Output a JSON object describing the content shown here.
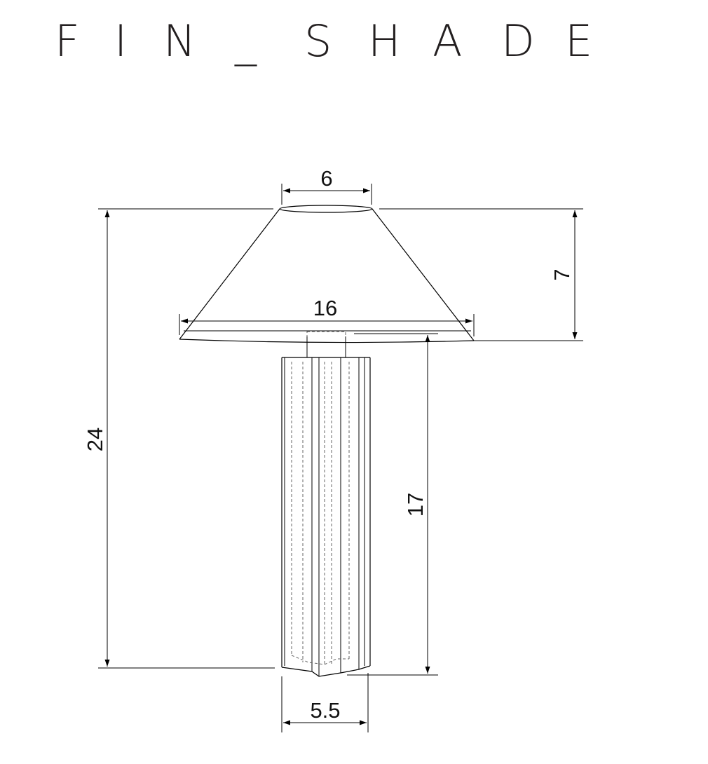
{
  "title": {
    "text": "FIN_SHADE",
    "letters": [
      "F",
      "I",
      "N",
      "_",
      "S",
      "H",
      "A",
      "D",
      "E"
    ]
  },
  "dimensions": {
    "top_diameter": "6",
    "shade_height": "7",
    "shade_diameter": "16",
    "total_height": "24",
    "base_height": "17",
    "base_width": "5.5"
  },
  "colors": {
    "line": "#000000",
    "title": "#231f20",
    "background": "#ffffff"
  }
}
